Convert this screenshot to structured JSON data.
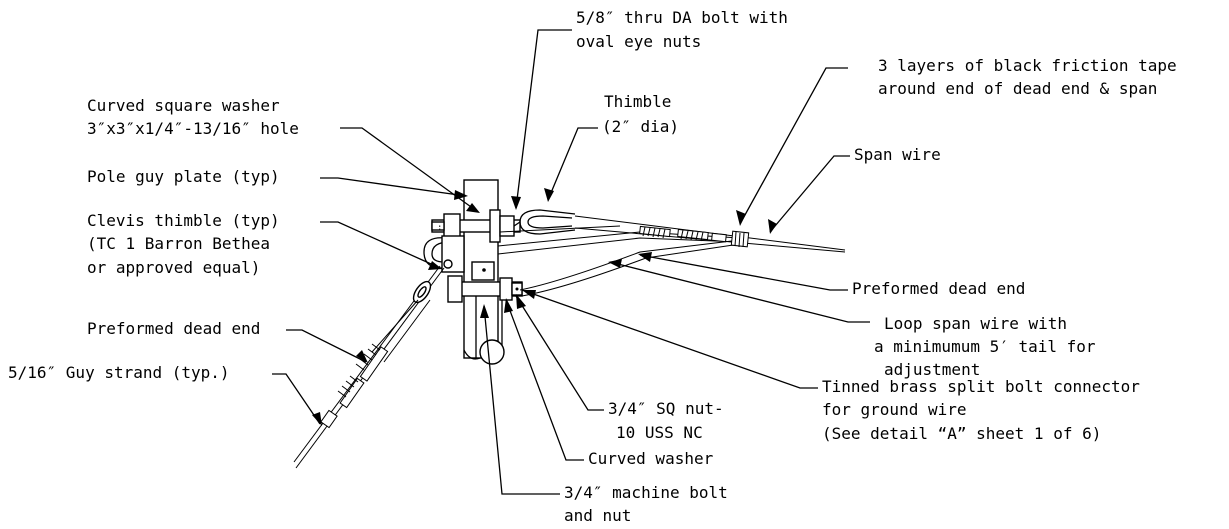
{
  "labels": {
    "da_bolt": [
      "5/8″ thru DA bolt with",
      "oval eye nuts"
    ],
    "friction_tape": [
      "3 layers of black friction tape",
      "around end of dead end & span"
    ],
    "thimble": [
      "Thimble",
      "(2″ dia)"
    ],
    "span_wire": "Span wire",
    "curved_square_washer": [
      "Curved square washer",
      "3″x3″x1/4″-13/16″ hole"
    ],
    "pole_guy_plate": "Pole guy plate (typ)",
    "clevis_thimble": [
      "Clevis thimble (typ)",
      "(TC 1 Barron Bethea",
      "or approved equal)"
    ],
    "preformed_dead_end_right": "Preformed dead end",
    "preformed_dead_end_left": "Preformed dead end",
    "loop_span_wire": [
      "Loop span wire with",
      "a minimumum 5′ tail for",
      "adjustment"
    ],
    "guy_strand": "5/16″ Guy strand (typ.)",
    "split_bolt": [
      "Tinned brass split bolt connector",
      "for ground wire",
      "(See detail “A” sheet 1 of 6)"
    ],
    "sq_nut": [
      "3/4″ SQ nut-",
      "10 USS NC"
    ],
    "curved_washer": "Curved washer",
    "machine_bolt": [
      "3/4″ machine bolt",
      "and nut"
    ]
  }
}
